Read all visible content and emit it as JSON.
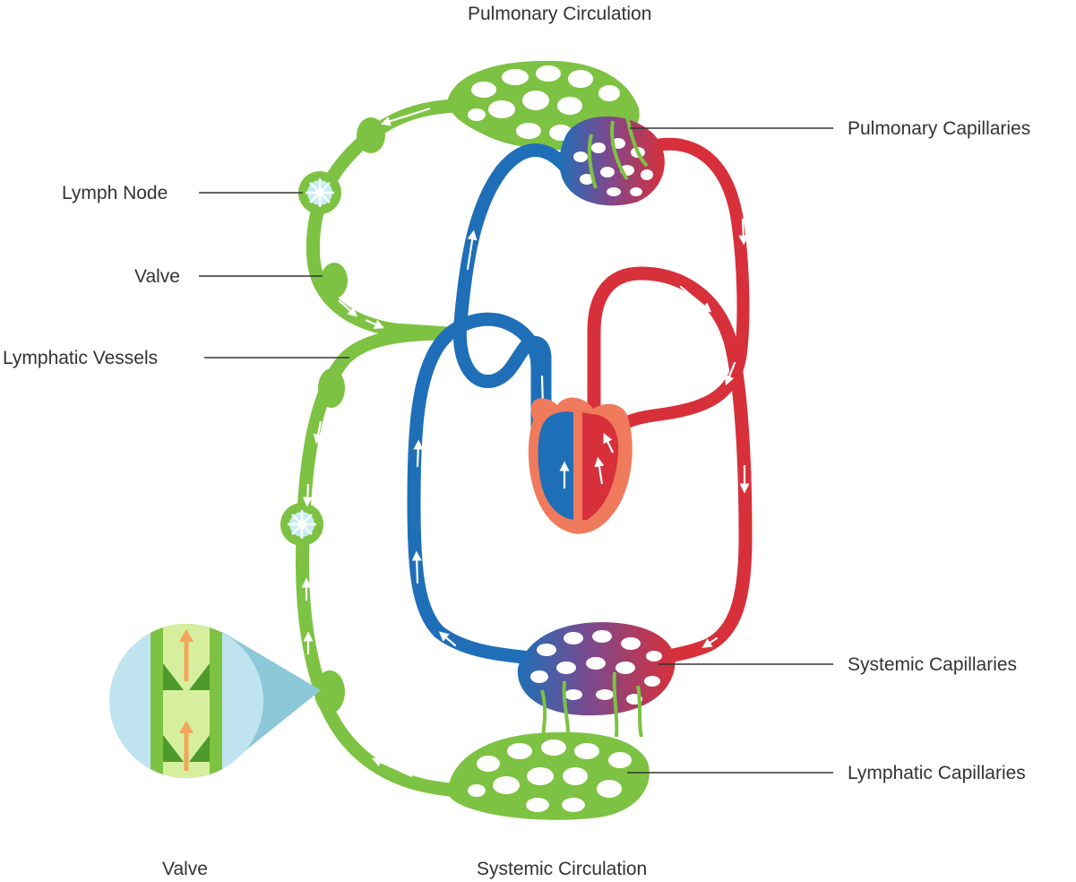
{
  "titles": {
    "top": "Pulmonary Circulation",
    "bottom": "Systemic Circulation"
  },
  "labels": {
    "pulmonary_capillaries": "Pulmonary Capillaries",
    "lymph_node": "Lymph Node",
    "valve": "Valve",
    "lymphatic_vessels": "Lymphatic Vessels",
    "systemic_capillaries": "Systemic Capillaries",
    "lymphatic_capillaries": "Lymphatic Capillaries",
    "valve_inset": "Valve"
  },
  "colors": {
    "lymph": "#7dc242",
    "lymph_dark": "#4e9a2a",
    "deoxygenated": "#1f6fb8",
    "oxygenated": "#d7303a",
    "heart": "#f07a5c",
    "inset_bg": "#bfe4ef",
    "leader": "#333333"
  }
}
